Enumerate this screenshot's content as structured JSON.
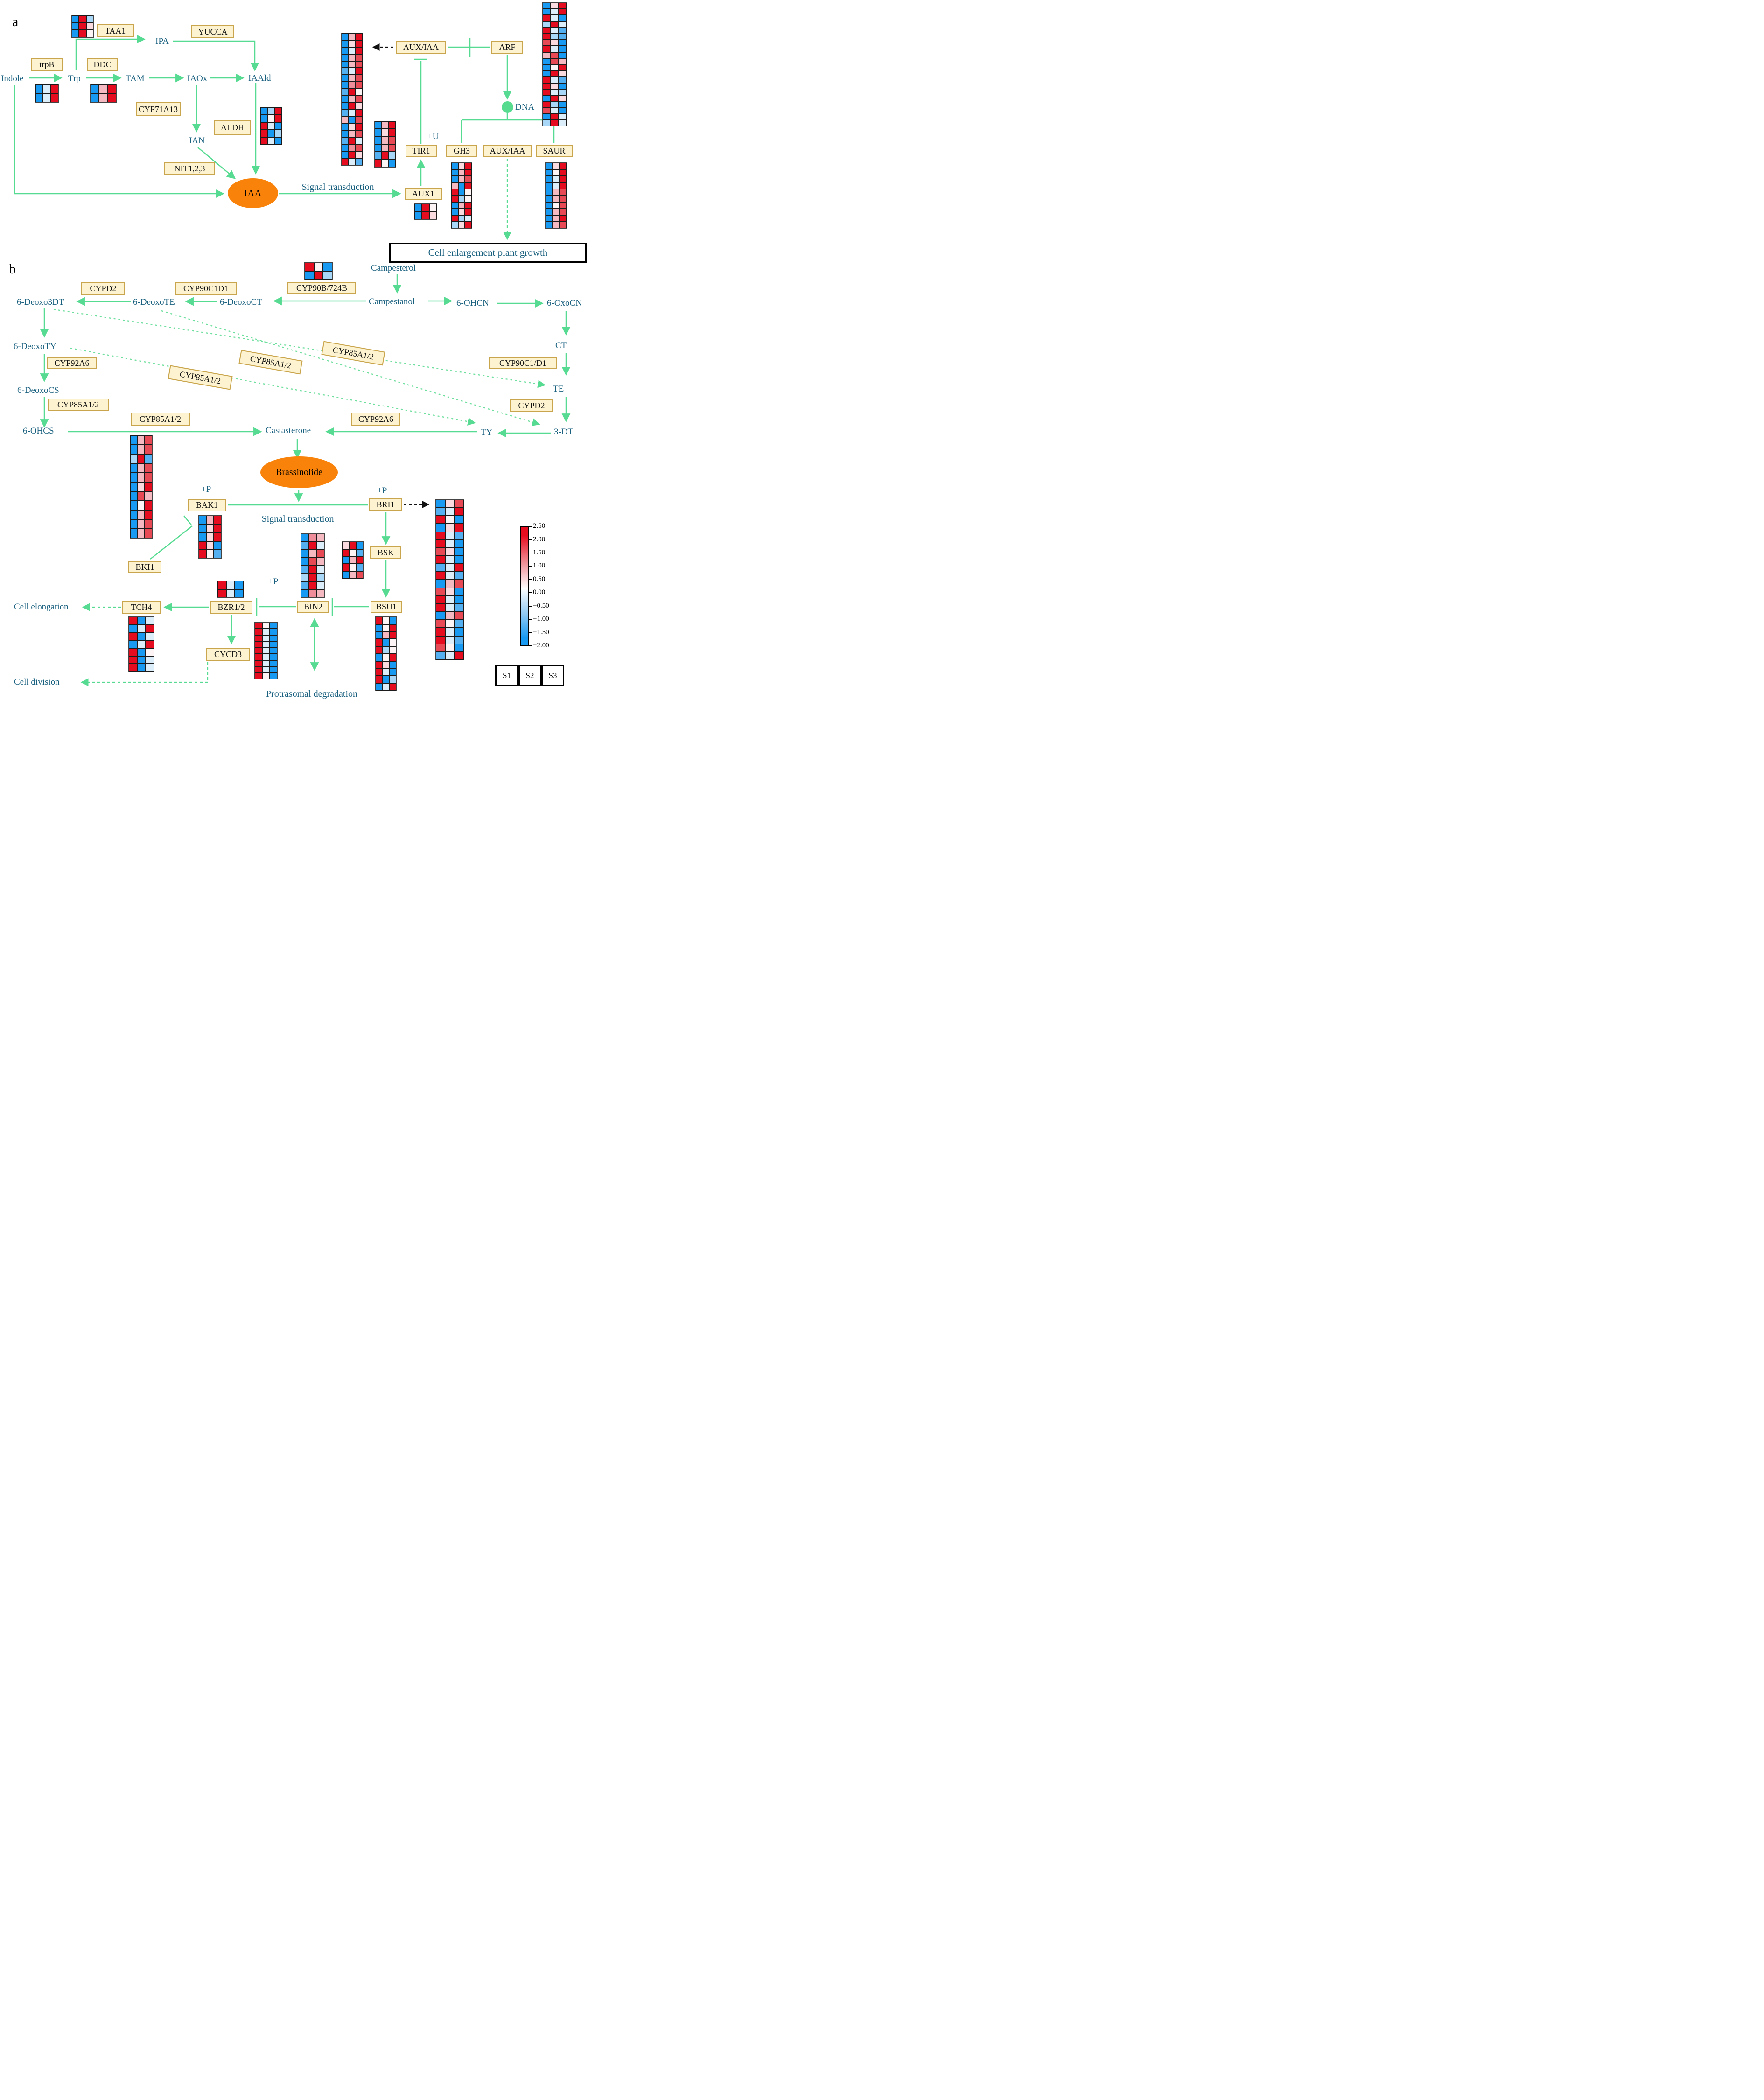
{
  "palette": {
    "R": "#e60c20",
    "r": "#e84a55",
    "P": "#ef8e9a",
    "p": "#f5b9c1",
    "q": "#fadbdf",
    "W": "#fdf5f5",
    "u": "#ddeefb",
    "b": "#a9d7f8",
    "s": "#55b0f2",
    "B": "#189af2"
  },
  "panel_a": {
    "label": "a",
    "nodes": {
      "taa1": "TAA1",
      "trpb": "trpB",
      "ddc": "DDC",
      "cyp71a13": "CYP71A13",
      "aldh": "ALDH",
      "nit123": "NIT1,2,3",
      "aux_iaa": "AUX/IAA",
      "arf": "ARF",
      "tir1": "TIR1",
      "gh3": "GH3",
      "aux_iaa2": "AUX/IAA",
      "saur": "SAUR",
      "aux1": "AUX1"
    },
    "metabolites": {
      "indole": "Indole",
      "trp": "Trp",
      "tam": "TAM",
      "iaox": "IAOx",
      "ipa": "IPA",
      "iaald": "IAAld",
      "ian": "IAN",
      "iaa": "IAA",
      "dna": "DNA"
    },
    "annotations": {
      "plus_u": "+U",
      "signal": "Signal transduction",
      "outcome": "Cell enlargement plant growth"
    }
  },
  "panel_b": {
    "label": "b",
    "nodes": {
      "cypd2_l": "CYPD2",
      "cyp90c1d1": "CYP90C1D1",
      "cyp90b": "CYP90B/724B",
      "cyp92a6_l": "CYP92A6",
      "cyp85_l": "CYP85A1/2",
      "cyp85_h": "CYP85A1/2",
      "cyp85_t1": "CYP85A1/2",
      "cyp85_t2": "CYP85A1/2",
      "cyp85_t3": "CYP85A1/2",
      "cyp92a6_r": "CYP92A6",
      "cyp90c1_d1": "CYP90C1/D1",
      "cypd2_r": "CYPD2",
      "bak1": "BAK1",
      "bki1": "BKI1",
      "bri1": "BRI1",
      "bsk": "BSK",
      "bsu1": "BSU1",
      "bin2": "BIN2",
      "bzr12": "BZR1/2",
      "tch4": "TCH4",
      "cycd3": "CYCD3"
    },
    "metabolites": {
      "campesterol": "Campesterol",
      "campestanol": "Campestanol",
      "deoxoct": "6-DeoxoCT",
      "deoxote": "6-DeoxoTE",
      "deoxo3dt": "6-Deoxo3DT",
      "deoxoty": "6-DeoxoTY",
      "deoxocs": "6-DeoxoCS",
      "ohcs": "6-OHCS",
      "ohcn": "6-OHCN",
      "oxocn": "6-OxoCN",
      "ct": "CT",
      "te": "TE",
      "dt3": "3-DT",
      "ty": "TY",
      "castasterone": "Castasterone",
      "brassinolide": "Brassinolide"
    },
    "annotations": {
      "plus_p_bak1": "+P",
      "plus_p_bri1": "+P",
      "plus_p_bin2": "+P",
      "signal": "Signal transduction",
      "cell_elongation": "Cell elongation",
      "cell_division": "Cell division",
      "protrasomal": "Protrasomal degradation"
    }
  },
  "legend": {
    "ticks": [
      "2.50",
      "2.00",
      "1.50",
      "1.00",
      "0.50",
      "0.00",
      "−0.50",
      "−1.00",
      "−1.50",
      "−2.00"
    ],
    "samples": [
      "S1",
      "S2",
      "S3"
    ]
  },
  "heatmaps": {
    "hm_taa1": {
      "cols": 3,
      "rows": [
        "B R b",
        "B R q",
        "B R W"
      ]
    },
    "hm_trpb": {
      "cols": 3,
      "rows": [
        "B u R",
        "B u R"
      ]
    },
    "hm_ddc": {
      "cols": 3,
      "rows": [
        "B p R",
        "B p R"
      ]
    },
    "hm_aldh": {
      "cols": 3,
      "rows": [
        "B b R",
        "B W R",
        "R u B",
        "R B b",
        "R u B"
      ]
    },
    "hm_tall_a1": {
      "cols": 3,
      "rows": [
        "B p R",
        "B q R",
        "B u R",
        "B p r",
        "B p r",
        "s u R",
        "B p r",
        "B P r",
        "s R W",
        "B p r",
        "B R q",
        "s u R",
        "p B r",
        "B q R",
        "B p r",
        "s R u",
        "B P r",
        "B R q",
        "R u s"
      ]
    },
    "hm_small6": {
      "cols": 3,
      "rows": [
        "B p R",
        "B q R",
        "B p r",
        "B p r",
        "s R b",
        "R W B"
      ]
    },
    "hm_arf": {
      "cols": 3,
      "rows": [
        "B q R",
        "B u R",
        "R u B",
        "b R u",
        "R u s",
        "R b s",
        "r q B",
        "R u B",
        "p r B",
        "B r p",
        "B W R",
        "B R q",
        "R u s",
        "R q B",
        "R u b",
        "B R q",
        "R b B",
        "r u B",
        "B R u",
        "b R u"
      ]
    },
    "hm_aux1": {
      "cols": 3,
      "rows": [
        "B R W",
        "B R q"
      ]
    },
    "hm_gh3": {
      "cols": 3,
      "rows": [
        "B q R",
        "B p R",
        "B p r",
        "p B R",
        "R B W",
        "R b W",
        "B p R",
        "B q R",
        "R b u",
        "b q R"
      ]
    },
    "hm_saur": {
      "cols": 3,
      "rows": [
        "B q R",
        "B W R",
        "B u R",
        "B u R",
        "B p r",
        "B p r",
        "B W r",
        "B p r",
        "B p R",
        "B p r"
      ]
    },
    "hm_cyp90b": {
      "cols": 3,
      "rows": [
        "R W B",
        "B R b"
      ]
    },
    "hm_cast": {
      "cols": 3,
      "rows": [
        "B p r",
        "B p r",
        "b R s",
        "B p r",
        "B p r",
        "B q R",
        "B r p",
        "B W R",
        "B p R",
        "B p r",
        "B p r"
      ]
    },
    "hm_bak1": {
      "cols": 3,
      "rows": [
        "B p R",
        "B q R",
        "B q R",
        "R q B",
        "R W s"
      ]
    },
    "hm_bzr": {
      "cols": 3,
      "rows": [
        "R u B",
        "R u B"
      ]
    },
    "hm_bin2": {
      "cols": 3,
      "rows": [
        "B P p",
        "s R u",
        "B p r",
        "B r p",
        "s R u",
        "b R b",
        "s R u",
        "B P p"
      ]
    },
    "hm_mid5": {
      "cols": 3,
      "rows": [
        "q R B",
        "R W s",
        "B p R",
        "R W s",
        "B p r"
      ]
    },
    "hm_tch4": {
      "cols": 3,
      "rows": [
        "R B u",
        "B u R",
        "R B u",
        "B u R",
        "R B W",
        "R B u",
        "R B u"
      ]
    },
    "hm_cycd3": {
      "cols": 3,
      "rows": [
        "R W B",
        "R u B",
        "R u B",
        "R u B",
        "R u B",
        "R u B",
        "R u B",
        "R u B",
        "R W B"
      ]
    },
    "hm_bsu1": {
      "cols": 3,
      "rows": [
        "R W B",
        "B W R",
        "B p R",
        "R B W",
        "R b W",
        "B W R",
        "R q B",
        "R u B",
        "R B b",
        "B u R"
      ]
    },
    "hm_bri1": {
      "cols": 3,
      "rows": [
        "B q r",
        "s u R",
        "R W B",
        "B q R",
        "R u s",
        "R u B",
        "r q B",
        "R u B",
        "s u R",
        "R u s",
        "B p r",
        "r q B",
        "R u B",
        "R u s",
        "B p r",
        "r W s",
        "R u B",
        "R u s",
        "r W B",
        "s u R"
      ]
    }
  }
}
